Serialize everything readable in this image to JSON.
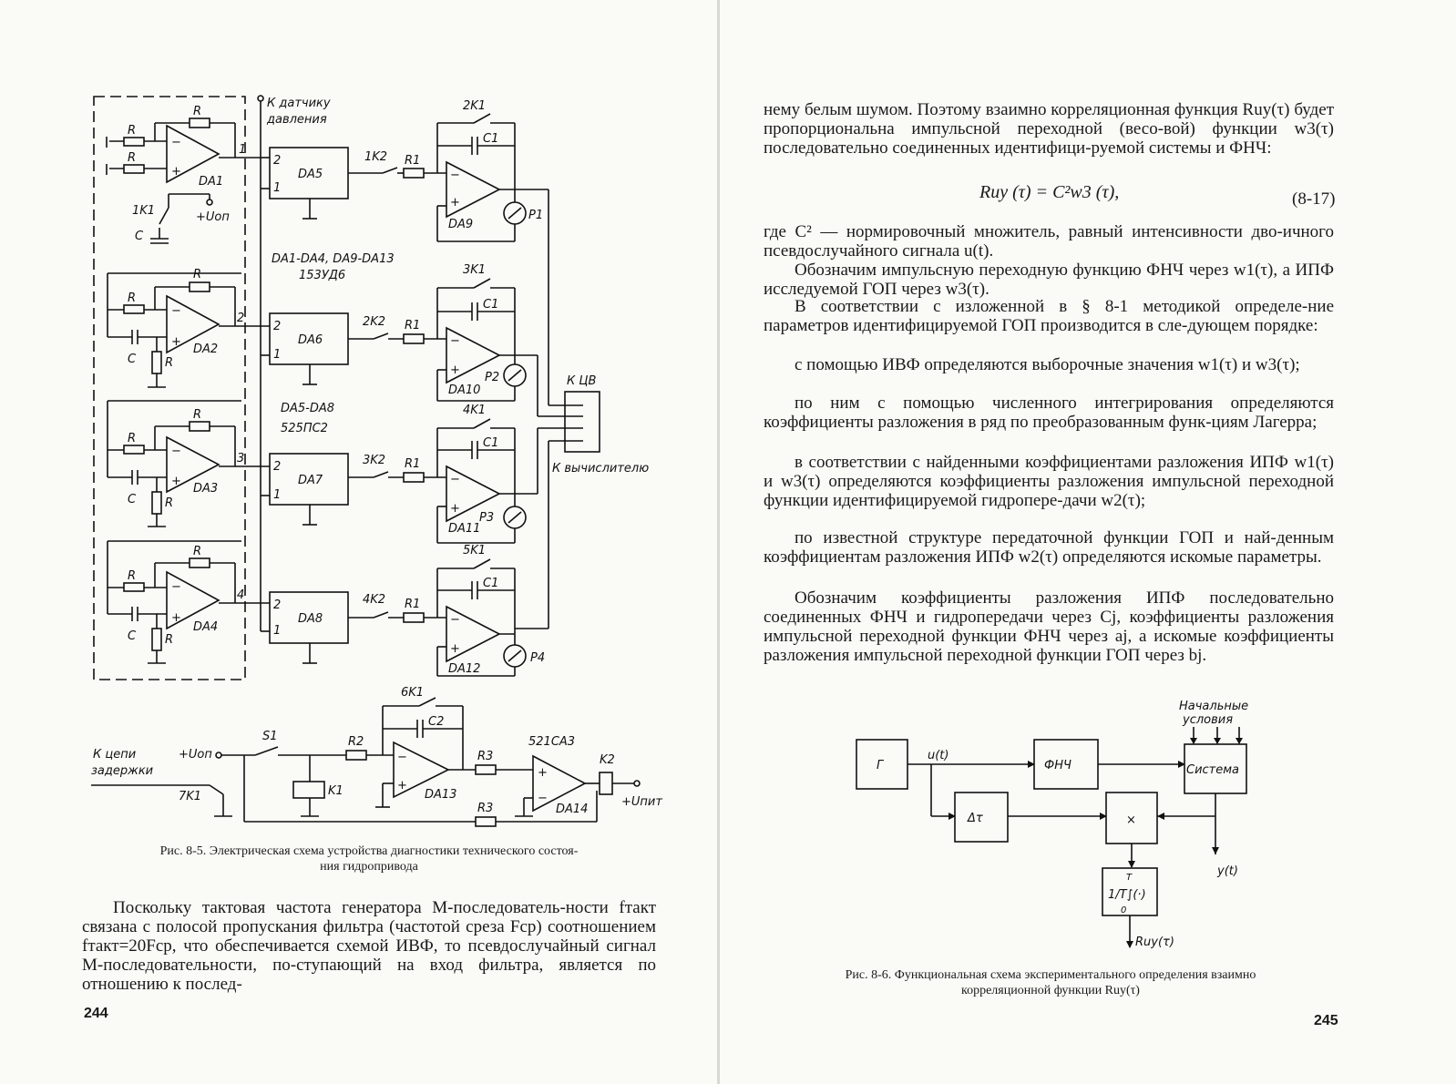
{
  "left_page": {
    "figure_8_5": {
      "labels": {
        "R": "R",
        "C": "C",
        "C1": "C1",
        "C2": "C2",
        "DA1": "DA1",
        "DA2": "DA2",
        "DA3": "DA3",
        "DA4": "DA4",
        "DA5": "DA5",
        "DA6": "DA6",
        "DA7": "DA7",
        "DA8": "DA8",
        "DA9": "DA9",
        "DA10": "DA10",
        "DA11": "DA11",
        "DA12": "DA12",
        "DA13": "DA13",
        "DA14": "DA14",
        "1K1": "1K1",
        "2K1": "2K1",
        "3K1": "3K1",
        "4K1": "4K1",
        "5K1": "5K1",
        "6K1": "6K1",
        "7K1": "7K1",
        "1K2": "1K2",
        "2K2": "2K2",
        "3K2": "3K2",
        "4K2": "4K2",
        "R1": "R1",
        "R2": "R2",
        "R3": "R3",
        "P1": "P1",
        "P2": "P2",
        "P3": "P3",
        "P4": "P4",
        "K1": "K1",
        "K2": "K2",
        "S1": "S1",
        "pin1": "1",
        "pin2": "2",
        "pin3": "3",
        "pin4": "4",
        "uop": "+Uоп",
        "upit": "+Uпит",
        "sensor_1": "К датчику",
        "sensor_2": "давления",
        "ic_group1_1": "DA1-DA4, DA9-DA13",
        "ic_group1_2": "153УД6",
        "ic_group2_1": "DA5-DA8",
        "ic_group2_2": "525ПС2",
        "kcv": "К ЦВ",
        "to_computer": "К вычислителю",
        "delay_1": "К цепи",
        "delay_2": "задержки",
        "comparator": "521СА3"
      },
      "caption_line1": "Рис. 8-5. Электрическая схема устройства диагностики технического состоя-",
      "caption_line2": "ния гидропривода"
    },
    "body_text": "Поскольку тактовая частота генератора М-последователь-ности fтакт связана с полосой пропускания фильтра (частотой среза Fср) соотношением fтакт=20Fср, что обеспечивается схемой ИВФ, то псевдослучайный сигнал М-последовательности, по-ступающий на вход фильтра, является по отношению к послед-",
    "page_number": "244"
  },
  "right_page": {
    "para_1": "нему белым шумом. Поэтому взаимно корреляционная функция Ruy(τ) будет пропорциональна импульсной переходной (весо-вой) функции w3(τ) последовательно соединенных идентифици-руемой системы и ФНЧ:",
    "formula": "Ruy (τ) = C²w3 (τ),",
    "formula_number": "(8-17)",
    "para_2": "где C² — нормировочный множитель, равный интенсивности дво-ичного псевдослучайного сигнала u(t).",
    "para_3": "Обозначим импульсную переходную функцию ФНЧ через w1(τ), а ИПФ исследуемой ГОП через w3(τ).",
    "para_4": "В соответствии с изложенной в § 8-1 методикой определе-ние параметров идентифицируемой ГОП производится в сле-дующем порядке:",
    "para_5": "с помощью ИВФ определяются выборочные значения w1(τ) и w3(τ);",
    "para_6": "по ним с помощью численного интегрирования определяются коэффициенты разложения в ряд по преобразованным функ-циям Лагерра;",
    "para_7": "в соответствии с найденными коэффициентами разложения ИПФ w1(τ) и w3(τ) определяются коэффициенты разложения импульсной переходной функции идентифицируемой гидропере-дачи w2(τ);",
    "para_8": "по известной структуре передаточной функции ГОП и най-денным коэффициентам разложения ИПФ w2(τ) определяются искомые параметры.",
    "para_9": "Обозначим коэффициенты разложения ИПФ последовательно соединенных ФНЧ и гидропередачи через Cj, коэффициенты разложения импульсной переходной функции ФНЧ через aj, а искомые коэффициенты разложения импульсной переходной функции ГОП через bj.",
    "figure_8_6": {
      "gen": "Г",
      "ut": "u(t)",
      "lpf": "ФНЧ",
      "system": "Система",
      "init_1": "Начальные",
      "init_2": "условия",
      "delay": "Δτ",
      "mult": "×",
      "integrator": "1/T∫(·)",
      "int_T": "T",
      "int_0": "0",
      "yt": "y(t)",
      "ruy": "Ruy(τ)"
    },
    "caption_line1": "Рис. 8-6. Функциональная схема экспериментального определения взаимно",
    "caption_line2": "корреляционной функции Ruy(τ)",
    "page_number": "245"
  }
}
